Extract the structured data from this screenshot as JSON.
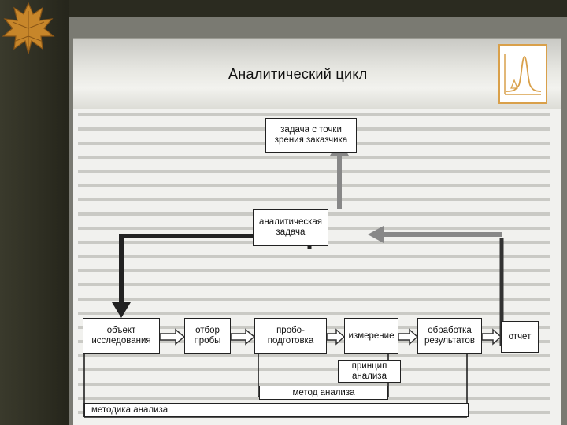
{
  "slide": {
    "title": "Аналитический цикл"
  },
  "logo": {
    "icon": "analytical-logo-icon",
    "accent": "#d9a04a"
  },
  "diagram": {
    "client_task": "задача с точки зрения заказчика",
    "analytical_task": "аналитическая задача",
    "steps": [
      "объект исследования",
      "отбор пробы",
      "пробо-подготовка",
      "измерение",
      "обработка результатов",
      "отчет"
    ],
    "analysis_principle": "принцип анализа",
    "analysis_method": "метод анализа",
    "analysis_procedure": "методика анализа"
  }
}
